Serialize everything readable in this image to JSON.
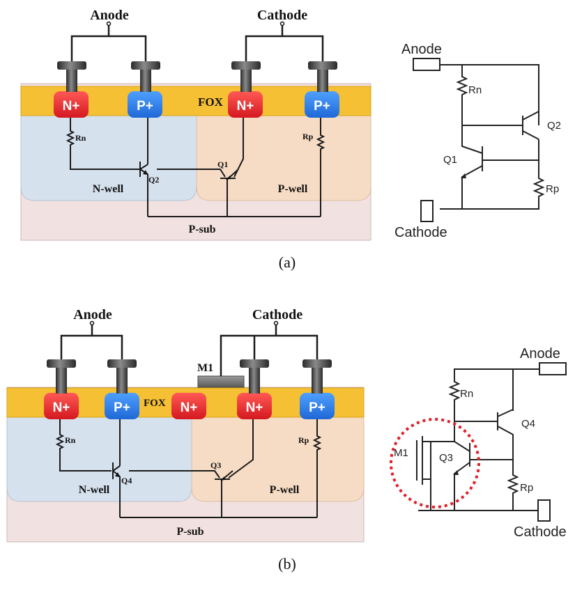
{
  "panel_a": {
    "cross_section": {
      "anode": "Anode",
      "cathode": "Cathode",
      "fox": "FOX",
      "n_plus_1": "N+",
      "p_plus_1": "P+",
      "n_plus_2": "N+",
      "p_plus_2": "P+",
      "n_well": "N-well",
      "p_well": "P-well",
      "p_sub": "P-sub",
      "rn": "Rn",
      "rp": "Rp",
      "q1": "Q1",
      "q2": "Q2"
    },
    "schematic": {
      "anode": "Anode",
      "cathode": "Cathode",
      "rn": "Rn",
      "rp": "Rp",
      "q1": "Q1",
      "q2": "Q2"
    },
    "caption": "(a)"
  },
  "panel_b": {
    "cross_section": {
      "anode": "Anode",
      "cathode": "Cathode",
      "m1": "M1",
      "fox": "FOX",
      "n_plus_1": "N+",
      "p_plus_1": "P+",
      "n_plus_mid": "N+",
      "n_plus_2": "N+",
      "p_plus_2": "P+",
      "n_well": "N-well",
      "p_well": "P-well",
      "p_sub": "P-sub",
      "rn": "Rn",
      "rp": "Rp",
      "q3": "Q3",
      "q4": "Q4"
    },
    "schematic": {
      "anode": "Anode",
      "cathode": "Cathode",
      "rn": "Rn",
      "rp": "Rp",
      "m1": "M1",
      "q3": "Q3",
      "q4": "Q4"
    },
    "caption": "(b)"
  },
  "colors": {
    "fox": "#f5c034",
    "n_plus": "#e5262b",
    "p_plus": "#2a7be4",
    "n_well": "#d6e1ee",
    "p_well": "#f6dcc4",
    "p_sub": "#f1e1e0",
    "highlight_circle": "#e0202a"
  }
}
